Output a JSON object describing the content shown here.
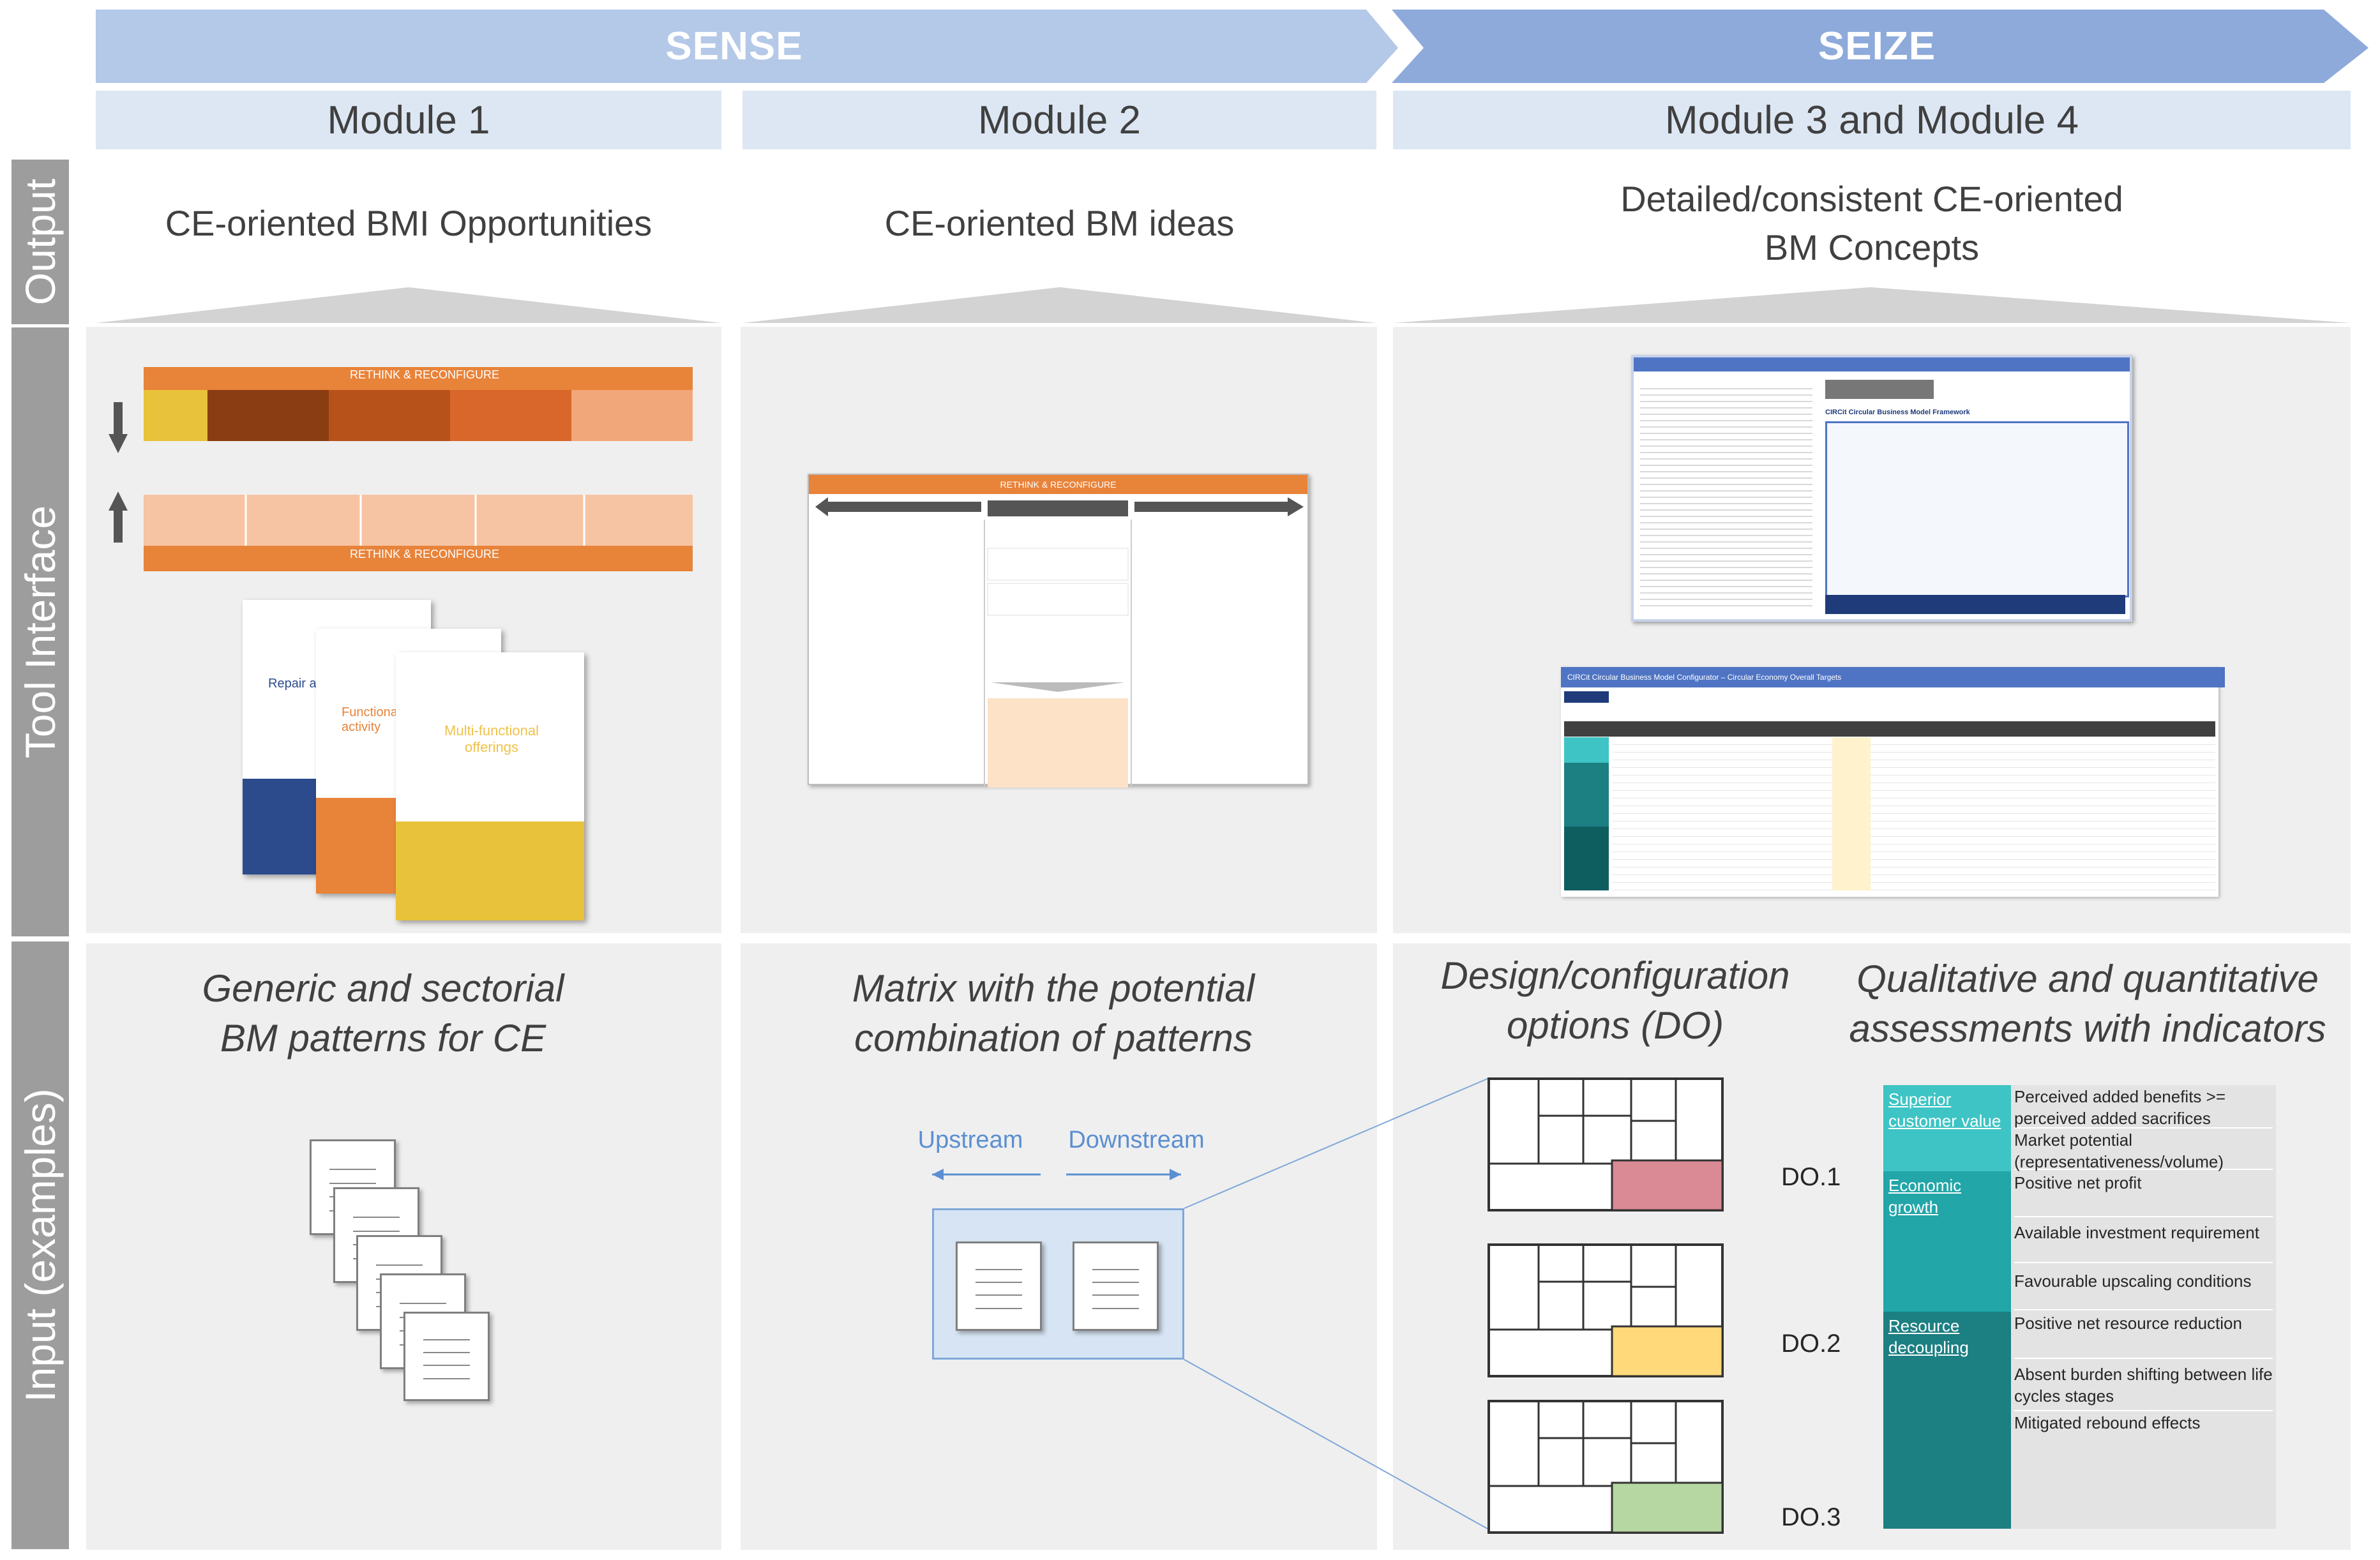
{
  "phases": {
    "sense": "SENSE",
    "seize": "SEIZE"
  },
  "modules": {
    "m1": "Module 1",
    "m2": "Module 2",
    "m34": "Module 3 and Module 4"
  },
  "row_labels": {
    "output": "Output",
    "tool": "Tool Interface",
    "input": "Input (examples)"
  },
  "outputs": {
    "m1": "CE-oriented BMI Opportunities",
    "m2": "CE-oriented BM ideas",
    "m34": "Detailed/consistent CE-oriented\nBM Concepts"
  },
  "inputs": {
    "m1": "Generic and sectorial\nBM patterns for CE",
    "m2": "Matrix with the potential\ncombination of patterns",
    "m3": "Design/configuration\noptions (DO)",
    "m4": "Qualitative and quantitative\nassessments with indicators"
  },
  "flow": {
    "upstream": "Upstream",
    "downstream": "Downstream"
  },
  "design_options": [
    "DO.1",
    "DO.2",
    "DO.3"
  ],
  "indicators": [
    {
      "category": "Superior customer value",
      "items": [
        "Perceived added  benefits >= perceived added sacrifices",
        "Market potential (representativeness/volume)"
      ]
    },
    {
      "category": "Economic growth",
      "items": [
        "Positive net profit",
        "Available investment requirement",
        "Favourable upscaling conditions"
      ]
    },
    {
      "category": "Resource decoupling",
      "items": [
        "Positive net resource reduction",
        "Absent burden shifting between life cycles stages",
        "Mitigated rebound effects"
      ]
    }
  ],
  "tool_text": {
    "rethink": "RETHINK & RECONFIGURE",
    "cards": [
      "Repair and",
      "Functional activity",
      "Multi-functional offerings"
    ],
    "m3_top": "CIRCit Circular Business Model Framework",
    "m3_table_title": "CIRCit Circular Business Model Configurator – Circular Economy Overall Targets"
  },
  "colors": {
    "sense_arrow": "#b4c8e8",
    "seize_arrow": "#8eaadb",
    "module_bg": "#dde7f3",
    "row_label_bg": "#9d9d9d",
    "cell_bg": "#efefef",
    "teal_dark": "#1c7f82",
    "teal_light": "#3ec4c4",
    "do1": "#d98a94",
    "do2": "#ffd97a",
    "do3": "#b6d7a1",
    "matrix_box": "#d6e4f3"
  }
}
